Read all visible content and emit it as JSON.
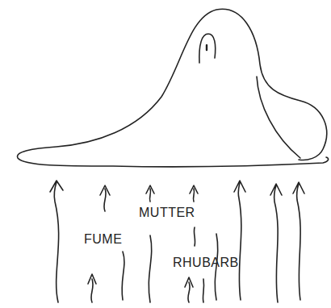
{
  "diagram": {
    "labels": [
      "MUTTER",
      "FUME",
      "RHUBARB"
    ]
  }
}
